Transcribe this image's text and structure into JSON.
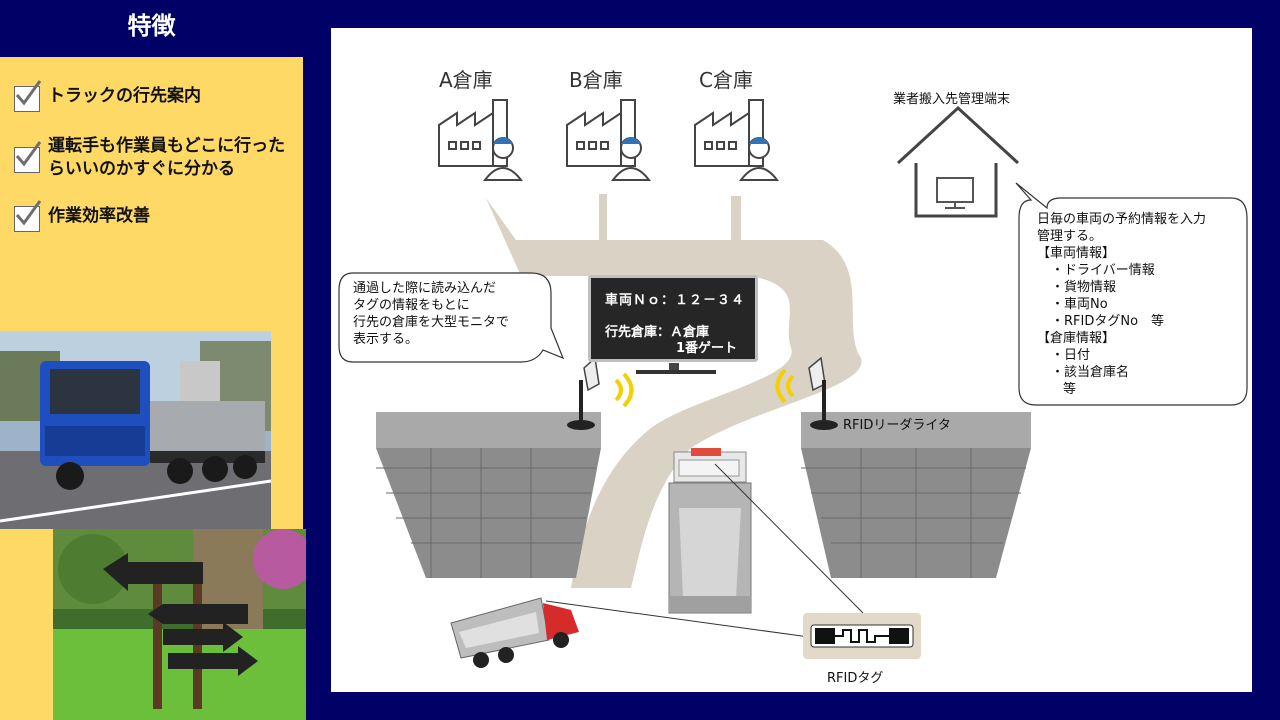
{
  "title": "特徴",
  "features": [
    {
      "line1": "トラックの行先案内",
      "line2": ""
    },
    {
      "line1": "運転手も作業員もどこに行った",
      "line2": "らいいのかすぐに分かる"
    },
    {
      "line1": "作業効率改善",
      "line2": ""
    }
  ],
  "warehouses": [
    "A倉庫",
    "B倉庫",
    "C倉庫"
  ],
  "terminal_label": "業者搬入先管理端末",
  "monitor": {
    "line1": "車両Ｎｏ：１２－３４",
    "line2": "行先倉庫：Ａ倉庫",
    "line3": "1番ゲート"
  },
  "left_bubble": [
    "通過した際に読み込んだ",
    "タグの情報をもとに",
    "行先の倉庫を大型モニタで",
    "表示する。"
  ],
  "right_bubble": [
    "日毎の車両の予約情報を入力",
    "管理する。",
    "【車両情報】",
    "・ドライバー情報",
    "・貨物情報",
    "・車両No",
    "・RFIDタグNo　等",
    "【倉庫情報】",
    "・日付",
    "・該当倉庫名",
    "等"
  ],
  "reader_label": "RFIDリーダライタ",
  "tag_label": "RFIDタグ",
  "colors": {
    "navy": "#000066",
    "yellow": "#FFD966",
    "road": "#d9d2c5",
    "wall": "#8c8c8c",
    "worker_cap": "#2f75b5"
  }
}
